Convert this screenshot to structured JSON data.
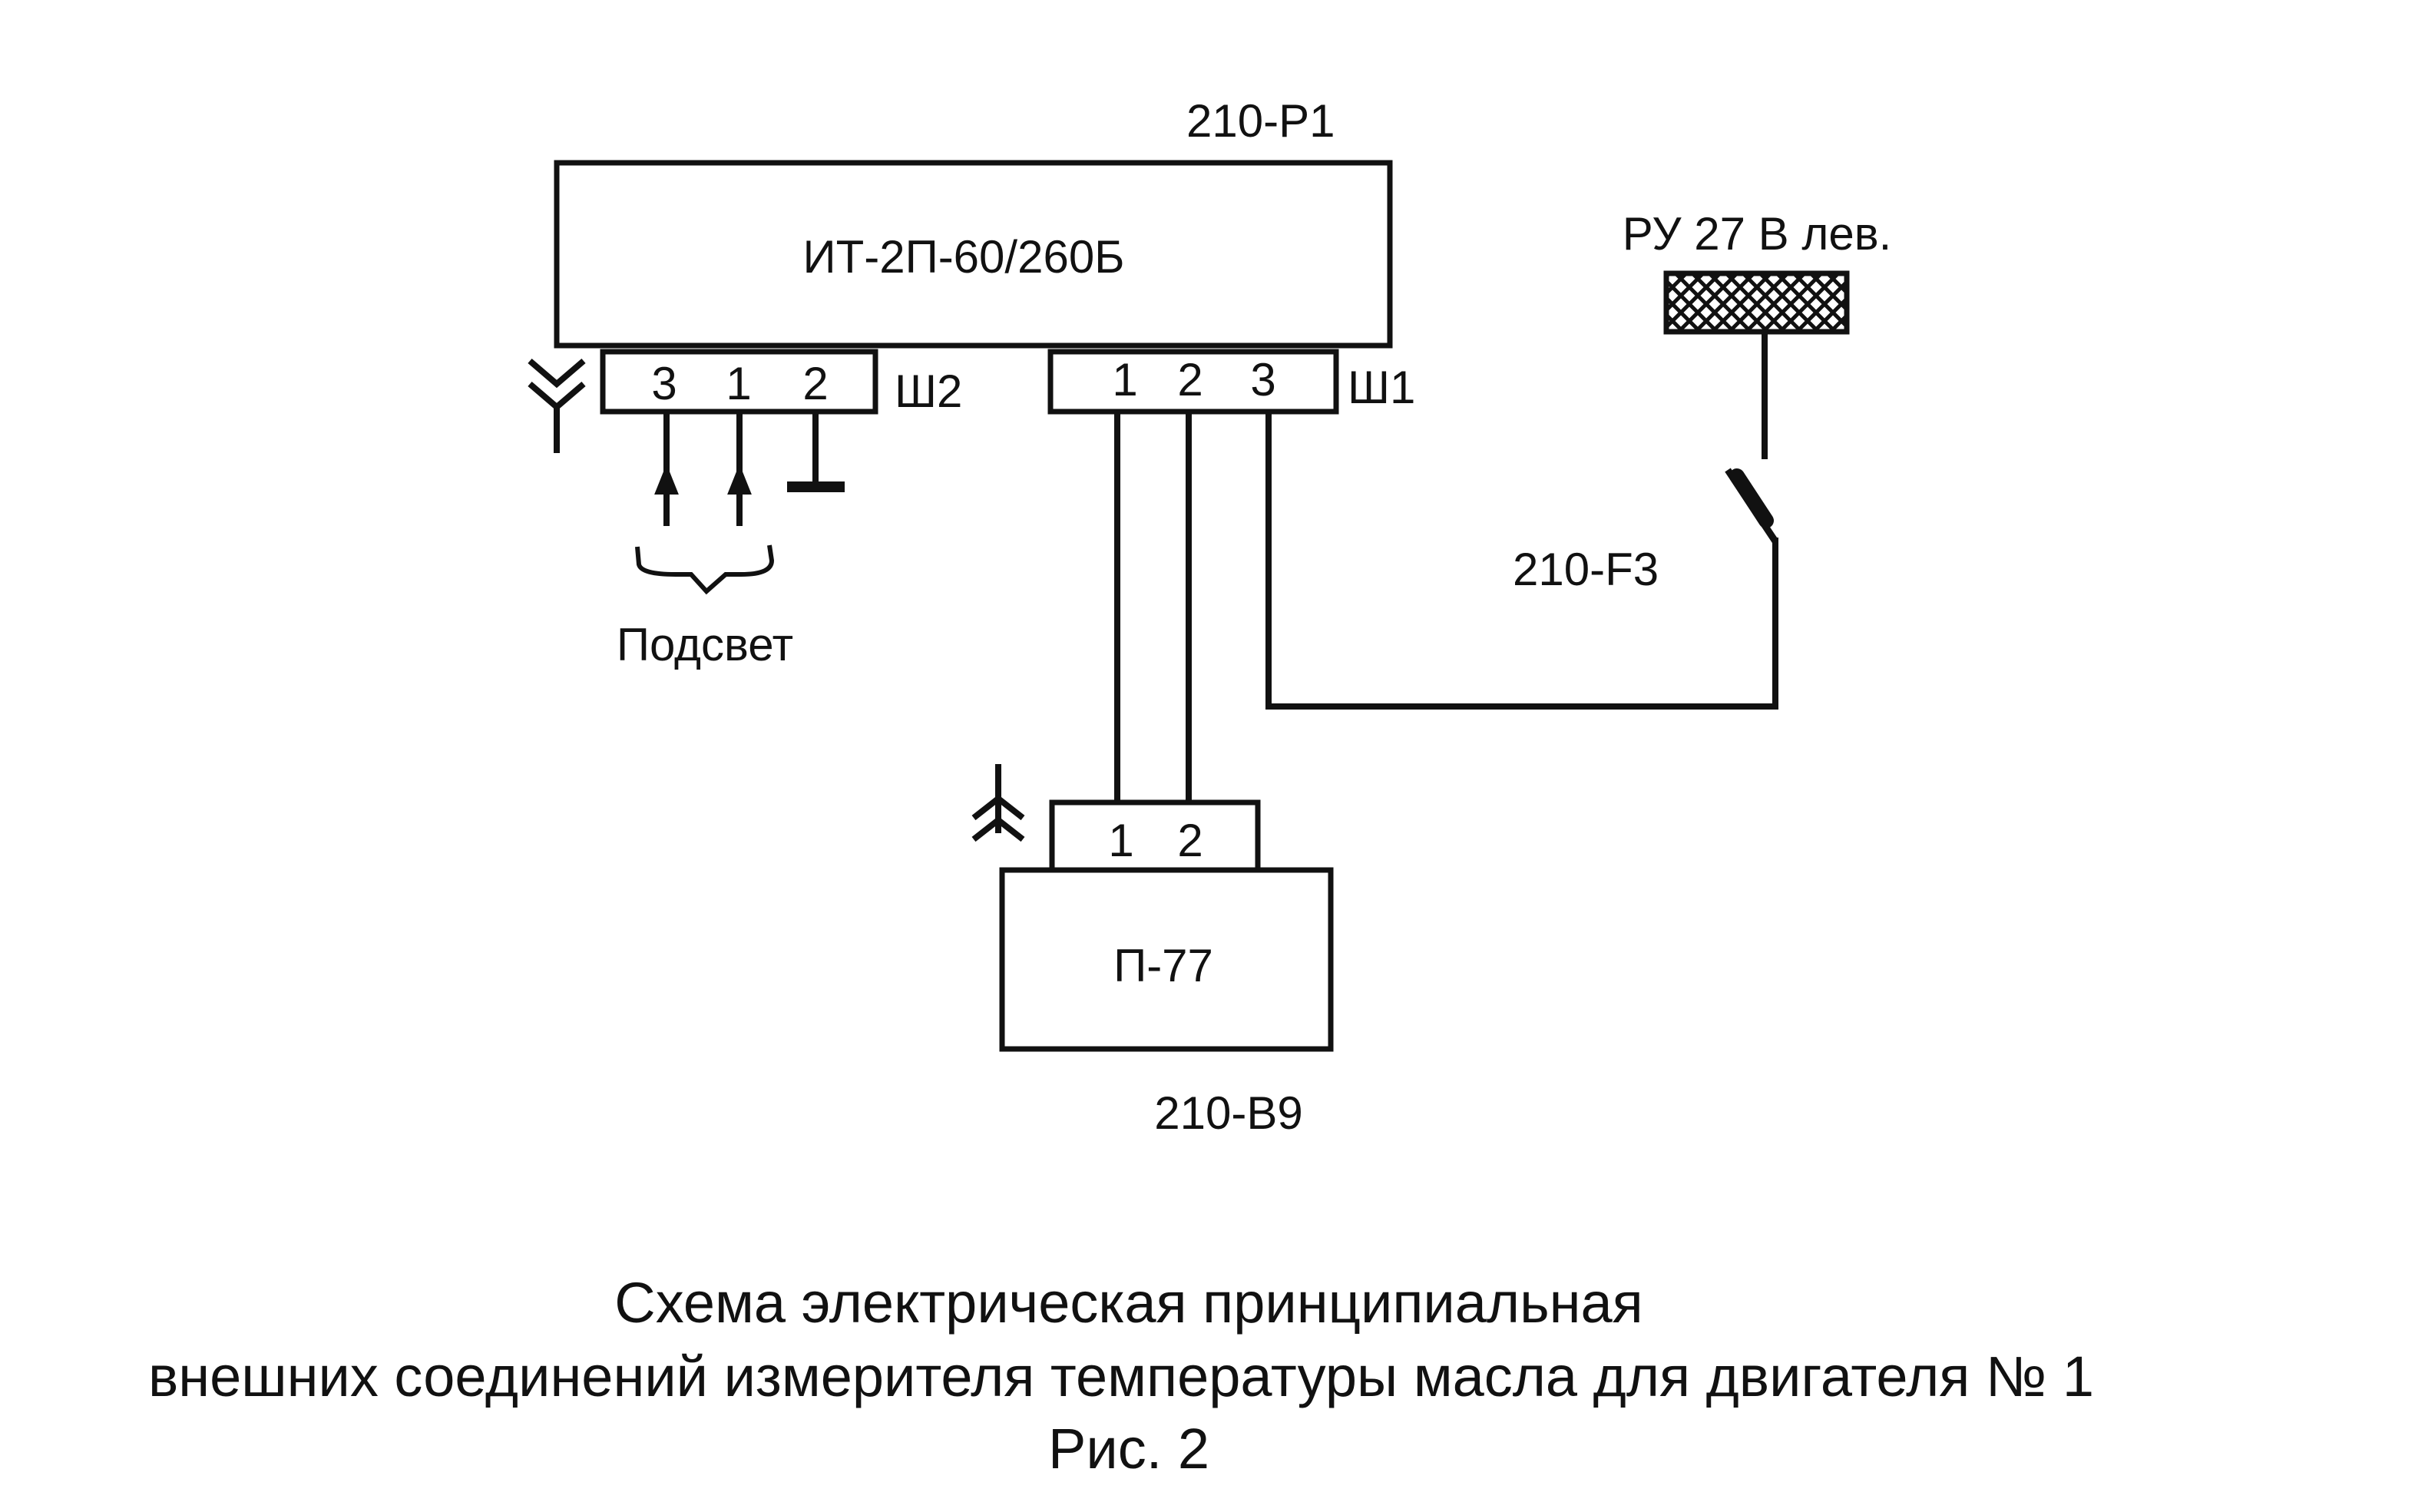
{
  "designator_meter": "210-Р1",
  "meter_model": "ИТ-2П-60/260Б",
  "connector_sh2": {
    "label": "Ш2",
    "pins": [
      "3",
      "1",
      "2"
    ]
  },
  "connector_sh1": {
    "label": "Ш1",
    "pins": [
      "1",
      "2",
      "3"
    ]
  },
  "backlight_label": "Подсвет",
  "power_bus_label": "РУ 27 В лев.",
  "breaker_label": "210-F3",
  "sensor": {
    "model": "П-77",
    "designator": "210-В9",
    "pins": [
      "1",
      "2"
    ]
  },
  "caption": {
    "line1": "Схема электрическая принципиальная",
    "line2": "внешних соединений измерителя температуры масла для двигателя № 1",
    "line3": "Рис. 2"
  }
}
